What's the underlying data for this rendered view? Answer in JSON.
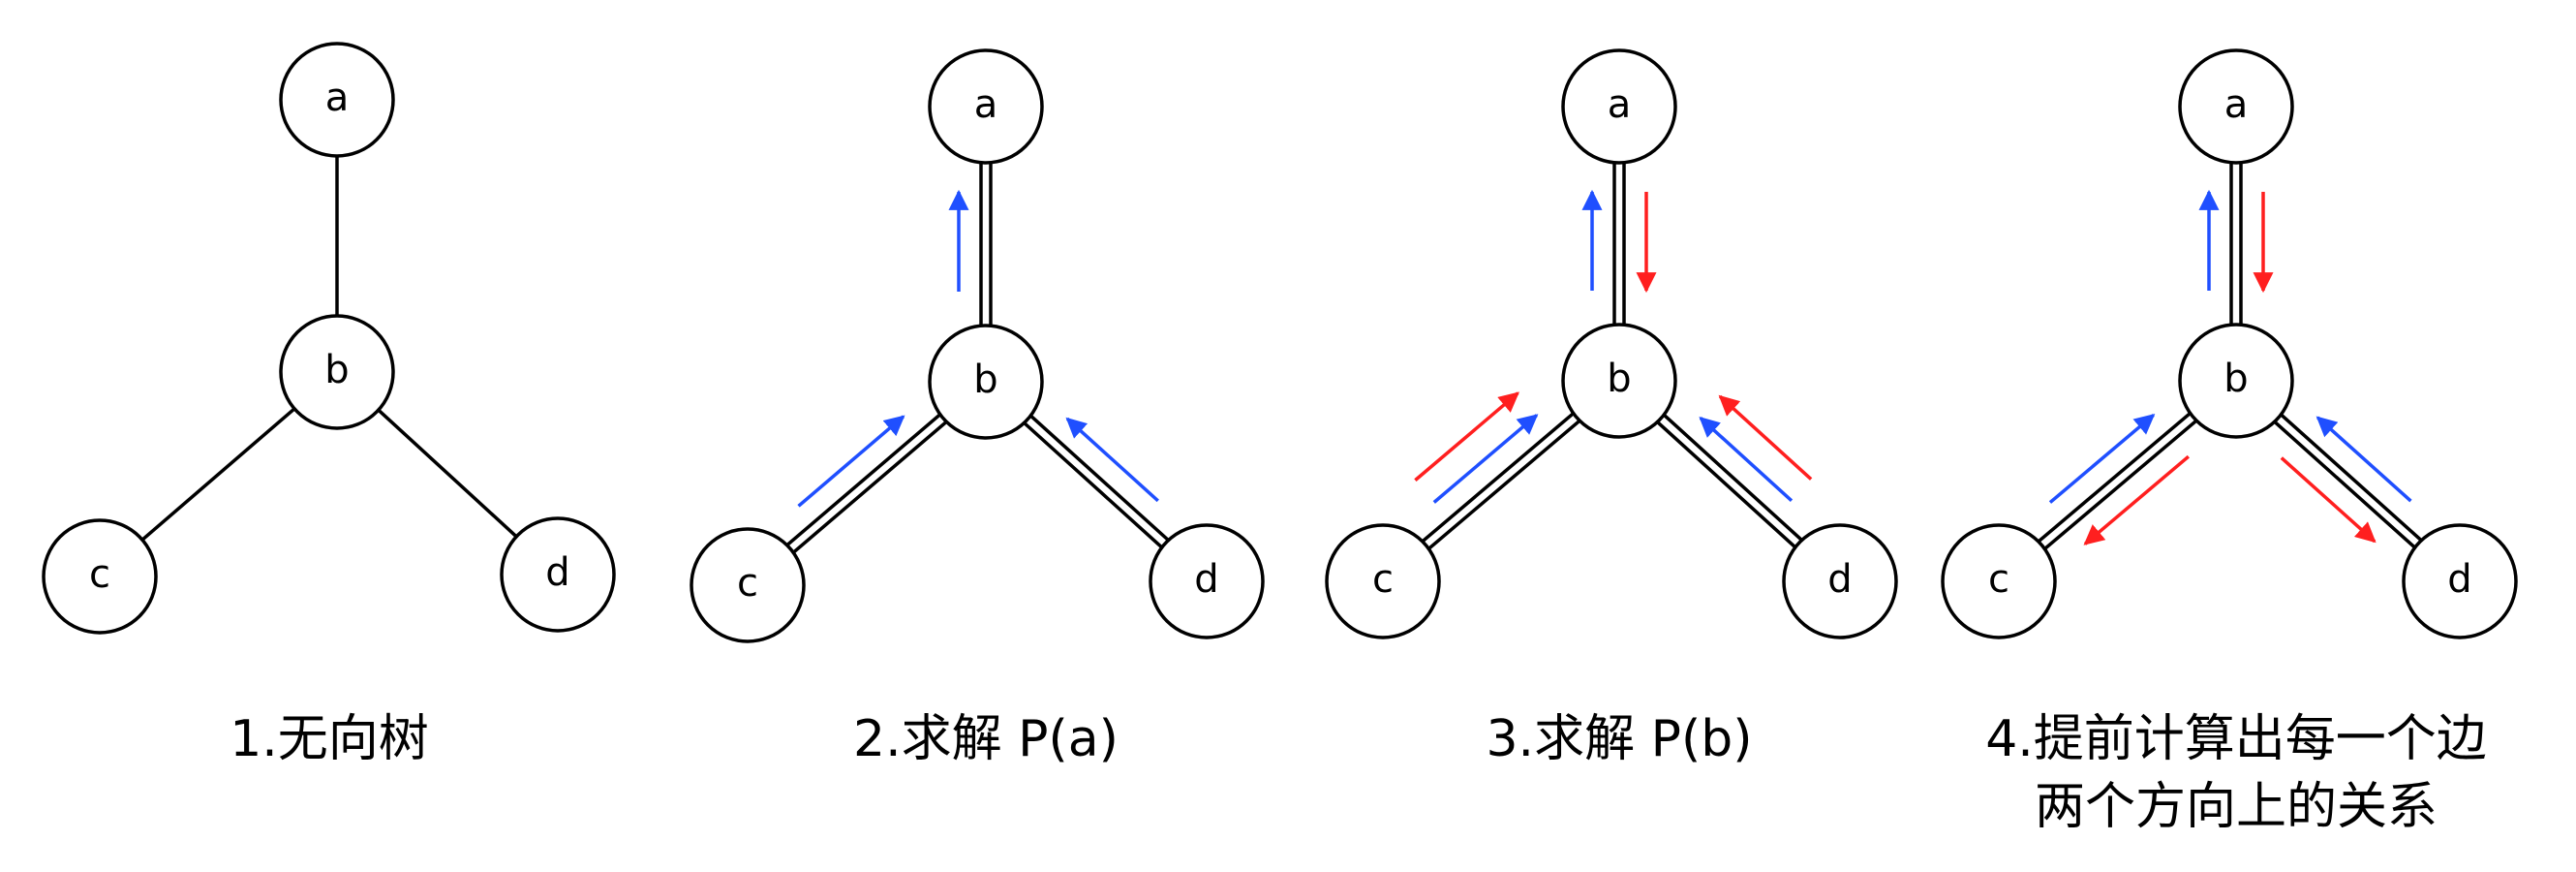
{
  "colors": {
    "blue_arrow": "#1f4fff",
    "red_arrow": "#ff1f1f",
    "node_stroke": "#000000",
    "background": "#ffffff"
  },
  "nodes": {
    "a": "a",
    "b": "b",
    "c": "c",
    "d": "d"
  },
  "panels": [
    {
      "caption_lines": [
        "1.无向树"
      ],
      "arrows": []
    },
    {
      "caption_lines": [
        "2.求解 P(a)"
      ],
      "arrows": [
        {
          "edge": "b-a",
          "direction": "b→a",
          "color": "blue"
        },
        {
          "edge": "c-b",
          "direction": "c→b",
          "color": "blue"
        },
        {
          "edge": "d-b",
          "direction": "d→b",
          "color": "blue"
        }
      ]
    },
    {
      "caption_lines": [
        "3.求解 P(b)"
      ],
      "arrows": [
        {
          "edge": "b-a",
          "direction": "b→a",
          "color": "blue"
        },
        {
          "edge": "b-a",
          "direction": "a→b",
          "color": "red"
        },
        {
          "edge": "c-b",
          "direction": "c→b",
          "color": "blue"
        },
        {
          "edge": "c-b",
          "direction": "c→b",
          "color": "red"
        },
        {
          "edge": "d-b",
          "direction": "d→b",
          "color": "blue"
        },
        {
          "edge": "d-b",
          "direction": "d→b",
          "color": "red"
        }
      ]
    },
    {
      "caption_lines": [
        "4.提前计算出每一个边",
        "两个方向上的关系"
      ],
      "arrows": [
        {
          "edge": "b-a",
          "direction": "b→a",
          "color": "blue"
        },
        {
          "edge": "b-a",
          "direction": "a→b",
          "color": "red"
        },
        {
          "edge": "c-b",
          "direction": "c→b",
          "color": "blue"
        },
        {
          "edge": "c-b",
          "direction": "b→c",
          "color": "red"
        },
        {
          "edge": "d-b",
          "direction": "d→b",
          "color": "blue"
        },
        {
          "edge": "d-b",
          "direction": "b→d",
          "color": "red"
        }
      ]
    }
  ]
}
